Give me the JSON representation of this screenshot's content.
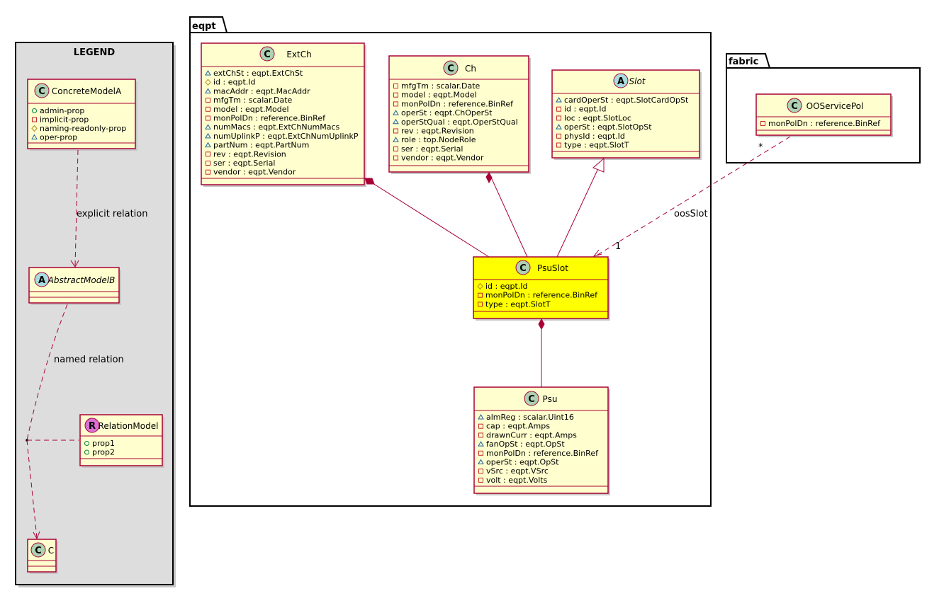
{
  "legend": {
    "title": "LEGEND",
    "concrete": {
      "name": "ConcreteModelA",
      "stereo": "C",
      "attrs": [
        {
          "vis": "+",
          "text": "admin-prop"
        },
        {
          "vis": "-",
          "text": "implicit-prop"
        },
        {
          "vis": "#",
          "text": "naming-readonly-prop"
        },
        {
          "vis": "~",
          "text": "oper-prop"
        }
      ]
    },
    "abstract": {
      "name": "AbstractModelB",
      "stereo": "A"
    },
    "relation": {
      "name": "RelationModel",
      "stereo": "R",
      "attrs": [
        {
          "vis": "+",
          "text": "prop1"
        },
        {
          "vis": "+",
          "text": "prop2"
        }
      ]
    },
    "c": {
      "name": "C",
      "stereo": "C"
    },
    "explicit_label": "explicit relation",
    "named_label": "named relation"
  },
  "packages": {
    "eqpt": "eqpt",
    "fabric": "fabric"
  },
  "classes": {
    "extch": {
      "name": "ExtCh",
      "stereo": "C",
      "attrs": [
        {
          "vis": "~",
          "text": "extChSt : eqpt.ExtChSt"
        },
        {
          "vis": "#",
          "text": "id : eqpt.Id"
        },
        {
          "vis": "~",
          "text": "macAddr : eqpt.MacAddr"
        },
        {
          "vis": "-",
          "text": "mfgTm : scalar.Date"
        },
        {
          "vis": "-",
          "text": "model : eqpt.Model"
        },
        {
          "vis": "-",
          "text": "monPolDn : reference.BinRef"
        },
        {
          "vis": "~",
          "text": "numMacs : eqpt.ExtChNumMacs"
        },
        {
          "vis": "~",
          "text": "numUplinkP : eqpt.ExtChNumUplinkP"
        },
        {
          "vis": "~",
          "text": "partNum : eqpt.PartNum"
        },
        {
          "vis": "-",
          "text": "rev : eqpt.Revision"
        },
        {
          "vis": "-",
          "text": "ser : eqpt.Serial"
        },
        {
          "vis": "-",
          "text": "vendor : eqpt.Vendor"
        }
      ]
    },
    "ch": {
      "name": "Ch",
      "stereo": "C",
      "attrs": [
        {
          "vis": "-",
          "text": "mfgTm : scalar.Date"
        },
        {
          "vis": "-",
          "text": "model : eqpt.Model"
        },
        {
          "vis": "-",
          "text": "monPolDn : reference.BinRef"
        },
        {
          "vis": "~",
          "text": "operSt : eqpt.ChOperSt"
        },
        {
          "vis": "~",
          "text": "operStQual : eqpt.OperStQual"
        },
        {
          "vis": "-",
          "text": "rev : eqpt.Revision"
        },
        {
          "vis": "~",
          "text": "role : top.NodeRole"
        },
        {
          "vis": "-",
          "text": "ser : eqpt.Serial"
        },
        {
          "vis": "-",
          "text": "vendor : eqpt.Vendor"
        }
      ]
    },
    "slot": {
      "name": "Slot",
      "stereo": "A",
      "attrs": [
        {
          "vis": "~",
          "text": "cardOperSt : eqpt.SlotCardOpSt"
        },
        {
          "vis": "-",
          "text": "id : eqpt.Id"
        },
        {
          "vis": "-",
          "text": "loc : eqpt.SlotLoc"
        },
        {
          "vis": "~",
          "text": "operSt : eqpt.SlotOpSt"
        },
        {
          "vis": "-",
          "text": "physId : eqpt.Id"
        },
        {
          "vis": "-",
          "text": "type : eqpt.SlotT"
        }
      ]
    },
    "psuslot": {
      "name": "PsuSlot",
      "stereo": "C",
      "attrs": [
        {
          "vis": "#",
          "text": "id : eqpt.Id"
        },
        {
          "vis": "-",
          "text": "monPolDn : reference.BinRef"
        },
        {
          "vis": "-",
          "text": "type : eqpt.SlotT"
        }
      ]
    },
    "psu": {
      "name": "Psu",
      "stereo": "C",
      "attrs": [
        {
          "vis": "~",
          "text": "almReg : scalar.Uint16"
        },
        {
          "vis": "-",
          "text": "cap : eqpt.Amps"
        },
        {
          "vis": "-",
          "text": "drawnCurr : eqpt.Amps"
        },
        {
          "vis": "~",
          "text": "fanOpSt : eqpt.OpSt"
        },
        {
          "vis": "-",
          "text": "monPolDn : reference.BinRef"
        },
        {
          "vis": "~",
          "text": "operSt : eqpt.OpSt"
        },
        {
          "vis": "-",
          "text": "vSrc : eqpt.VSrc"
        },
        {
          "vis": "-",
          "text": "volt : eqpt.Volts"
        }
      ]
    },
    "ooservicepol": {
      "name": "OOServicePol",
      "stereo": "C",
      "attrs": [
        {
          "vis": "-",
          "text": "monPolDn : reference.BinRef"
        }
      ]
    }
  },
  "relations": {
    "oos_label": "oosSlot",
    "oos_mult_src": "*",
    "oos_mult_dst": "1"
  },
  "colors": {
    "class_fill": "#FEFECE",
    "border": "#A80036",
    "highlight": "#FFFF00",
    "legend_bg": "#DDDDDD",
    "stereo_c": "#ADD1B2",
    "stereo_a": "#A9DCDF",
    "stereo_r": "#DA70D6"
  }
}
